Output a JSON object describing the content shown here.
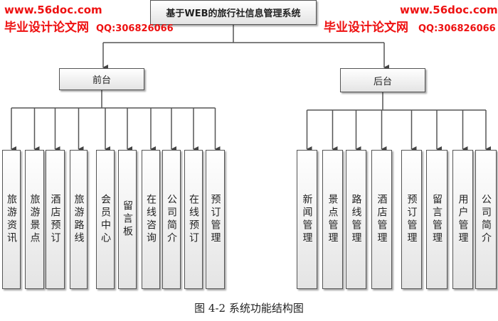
{
  "root": "基于WEB的旅行社信息管理系统",
  "front": {
    "label": "前台",
    "items": [
      "旅游资讯",
      "旅游景点",
      "酒店预订",
      "旅游路线",
      "会员中心",
      "留言板",
      "在线咨询",
      "公司简介",
      "在线预订",
      "预订管理"
    ]
  },
  "back": {
    "label": "后台",
    "items": [
      "新闻管理",
      "景点管理",
      "路线管理",
      "酒店管理",
      "预订管理",
      "留言管理",
      "用户管理",
      "公司简介"
    ]
  },
  "caption": "图 4-2 系统功能结构图",
  "watermark": {
    "site": "www.56doc.com",
    "name": "毕业设计论文网",
    "qq": "QQ:306826066",
    "color": "#ee1111"
  }
}
